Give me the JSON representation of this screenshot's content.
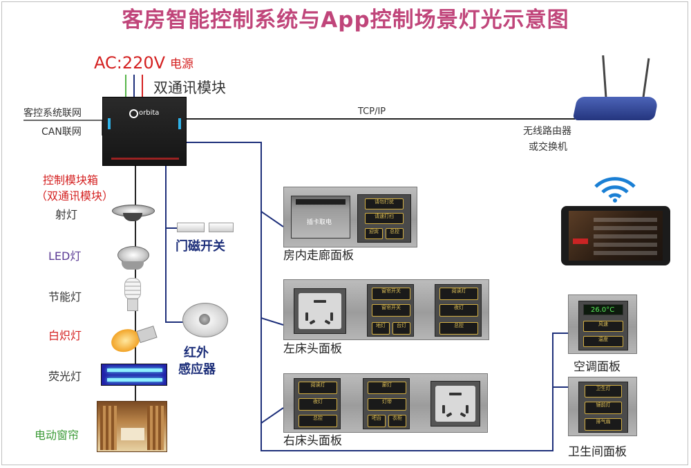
{
  "title": "客房智能控制系统与App控制场景灯光示意图",
  "power": {
    "label_ac": "AC:220V",
    "label_cn": "电源"
  },
  "module": {
    "comm_label": "双通讯模块",
    "brand": "orbita"
  },
  "network": {
    "guest_control": "客控系统联网",
    "can": "CAN联网",
    "tcp": "TCP/IP",
    "router_line1": "无线路由器",
    "router_line2": "或交换机"
  },
  "control_box": {
    "line1": "控制模块箱",
    "line2": "（双通讯模块）"
  },
  "lights": {
    "spot": "射灯",
    "led": "LED灯",
    "energy": "节能灯",
    "incandescent": "白炽灯",
    "fluorescent": "荧光灯",
    "curtain": "电动窗帘"
  },
  "sensors": {
    "door_magnet": "门磁开关",
    "infrared_line1": "红外",
    "infrared_line2": "感应器"
  },
  "panels": {
    "corridor": {
      "label": "房内走廊面板",
      "card": "插卡取电",
      "buttons": [
        "请勿打扰",
        "请速打扫",
        "迎宾",
        "总控"
      ]
    },
    "left_bed": {
      "label": "左床头面板",
      "buttons": [
        "窗帘开关",
        "窗帘开关",
        "地灯",
        "台灯",
        "阅读灯",
        "夜灯",
        "总控"
      ]
    },
    "right_bed": {
      "label": "右床头面板",
      "buttons": [
        "阅读灯",
        "夜灯",
        "总控",
        "廊灯",
        "灯带",
        "吧台",
        "衣柜"
      ]
    },
    "ac": {
      "label": "空调面板",
      "display": "26.0°C",
      "buttons": [
        "风速",
        "温度"
      ]
    },
    "bathroom": {
      "label": "卫生间面板",
      "buttons": [
        "卫生灯",
        "镜前灯",
        "排气扇"
      ]
    }
  },
  "colors": {
    "title": "#c0457a",
    "accent_red": "#d42020",
    "line_blue": "#1d2f7a",
    "label_purple": "#5a3a94",
    "label_green": "#3a9a35"
  }
}
